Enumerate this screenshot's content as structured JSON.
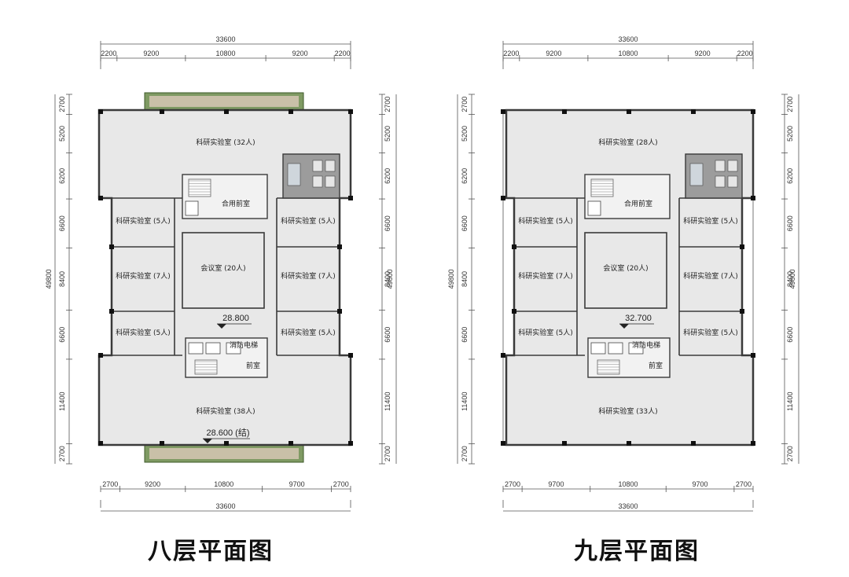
{
  "colors": {
    "floor": "#e8e8e8",
    "wall": "#3a3a3a",
    "garden": "#7f9a63",
    "core": "#9c9c9c",
    "line": "#555555"
  },
  "plans": [
    {
      "id": "floor8",
      "caption": "八层平面图",
      "top_total": "33600",
      "top_segments": [
        "2200",
        "9200",
        "10800",
        "9200",
        "2200"
      ],
      "bottom_total": "33600",
      "bottom_segments": [
        "2700",
        "9200",
        "10800",
        "9700",
        "2700"
      ],
      "side_segments": [
        "2700",
        "5200",
        "6200",
        "6600",
        "8400",
        "6600",
        "11400",
        "2700"
      ],
      "side_total": "49800",
      "rooms": {
        "north_lab": "科研实验室 (32人)",
        "south_lab": "科研实验室 (38人)",
        "meeting": "会议室 (20人)",
        "left_1": "科研实验室 (5人)",
        "left_2": "科研实验室 (7人)",
        "left_3": "科研实验室 (5人)",
        "right_1": "科研实验室 (5人)",
        "right_2": "科研实验室 (7人)",
        "right_3": "科研实验室 (5人)",
        "core_top": "合用前室",
        "core_bottom": "消防电梯",
        "core_small": "前室"
      },
      "level_mid": "28.800",
      "level_bottom": "28.600 (结)",
      "has_gardens": true
    },
    {
      "id": "floor9",
      "caption": "九层平面图",
      "top_total": "33600",
      "top_segments": [
        "2200",
        "9200",
        "10800",
        "9200",
        "2200"
      ],
      "bottom_total": "33600",
      "bottom_segments": [
        "2700",
        "9700",
        "10800",
        "9700",
        "2700"
      ],
      "side_segments": [
        "2700",
        "5200",
        "6200",
        "6600",
        "8400",
        "6600",
        "11400",
        "2700"
      ],
      "side_total": "49800",
      "rooms": {
        "north_lab": "科研实验室 (28人)",
        "south_lab": "科研实验室 (33人)",
        "meeting": "会议室 (20人)",
        "left_1": "科研实验室 (5人)",
        "left_2": "科研实验室 (7人)",
        "left_3": "科研实验室 (5人)",
        "right_1": "科研实验室 (5人)",
        "right_2": "科研实验室 (7人)",
        "right_3": "科研实验室 (5人)",
        "core_top": "合用前室",
        "core_bottom": "消防电梯",
        "core_small": "前室"
      },
      "level_mid": "32.700",
      "level_bottom": "",
      "has_gardens": false
    }
  ]
}
